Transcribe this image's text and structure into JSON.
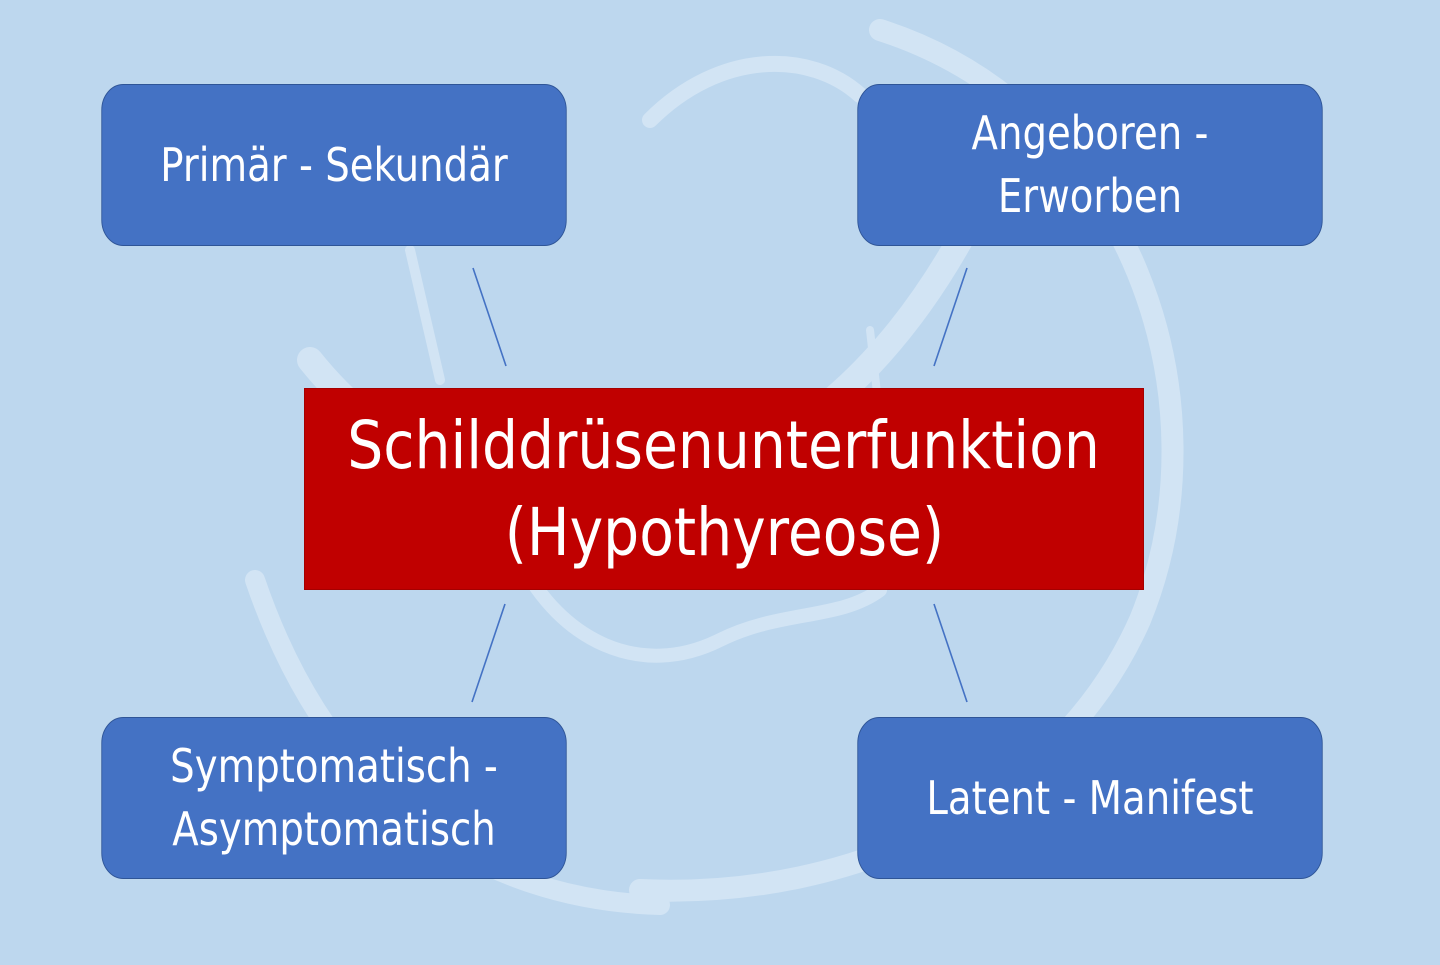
{
  "colors": {
    "background": "#bdd7ee",
    "box_fill": "#4472c4",
    "box_border": "#2f5597",
    "center_fill": "#c00000",
    "connector": "#4472c4",
    "text": "#ffffff"
  },
  "center": {
    "line1": "Schilddrüsenunterfunktion",
    "line2": "(Hypothyreose)"
  },
  "nodes": {
    "top_left": {
      "line1": "Primär - Sekundär"
    },
    "top_right": {
      "line1": "Angeboren - Erworben"
    },
    "bottom_left": {
      "line1": "Symptomatisch -",
      "line2": "Asymptomatisch"
    },
    "bottom_right": {
      "line1": "Latent - Manifest"
    }
  },
  "watermark": {
    "icon": "thyroid-logo-icon"
  }
}
